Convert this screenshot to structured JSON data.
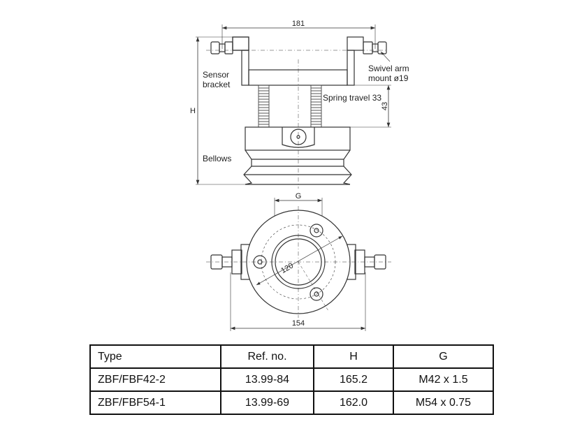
{
  "drawing": {
    "dim_width_top": "181",
    "dim_height": "H",
    "dim_spring": "43",
    "label_sensor_bracket_1": "Sensor",
    "label_sensor_bracket_2": "bracket",
    "label_swivel_1": "Swivel arm",
    "label_swivel_2": "mount ø19",
    "label_spring": "Spring travel 33",
    "label_bellows": "Bellows",
    "dim_g": "G",
    "dim_bolt_circle": "120",
    "dim_width_bottom": "154"
  },
  "table": {
    "headers": [
      "Type",
      "Ref. no.",
      "H",
      "G"
    ],
    "rows": [
      [
        "ZBF/FBF42-2",
        "13.99-84",
        "165.2",
        "M42 x 1.5"
      ],
      [
        "ZBF/FBF54-1",
        "13.99-69",
        "162.0",
        "M54 x 0.75"
      ]
    ]
  }
}
